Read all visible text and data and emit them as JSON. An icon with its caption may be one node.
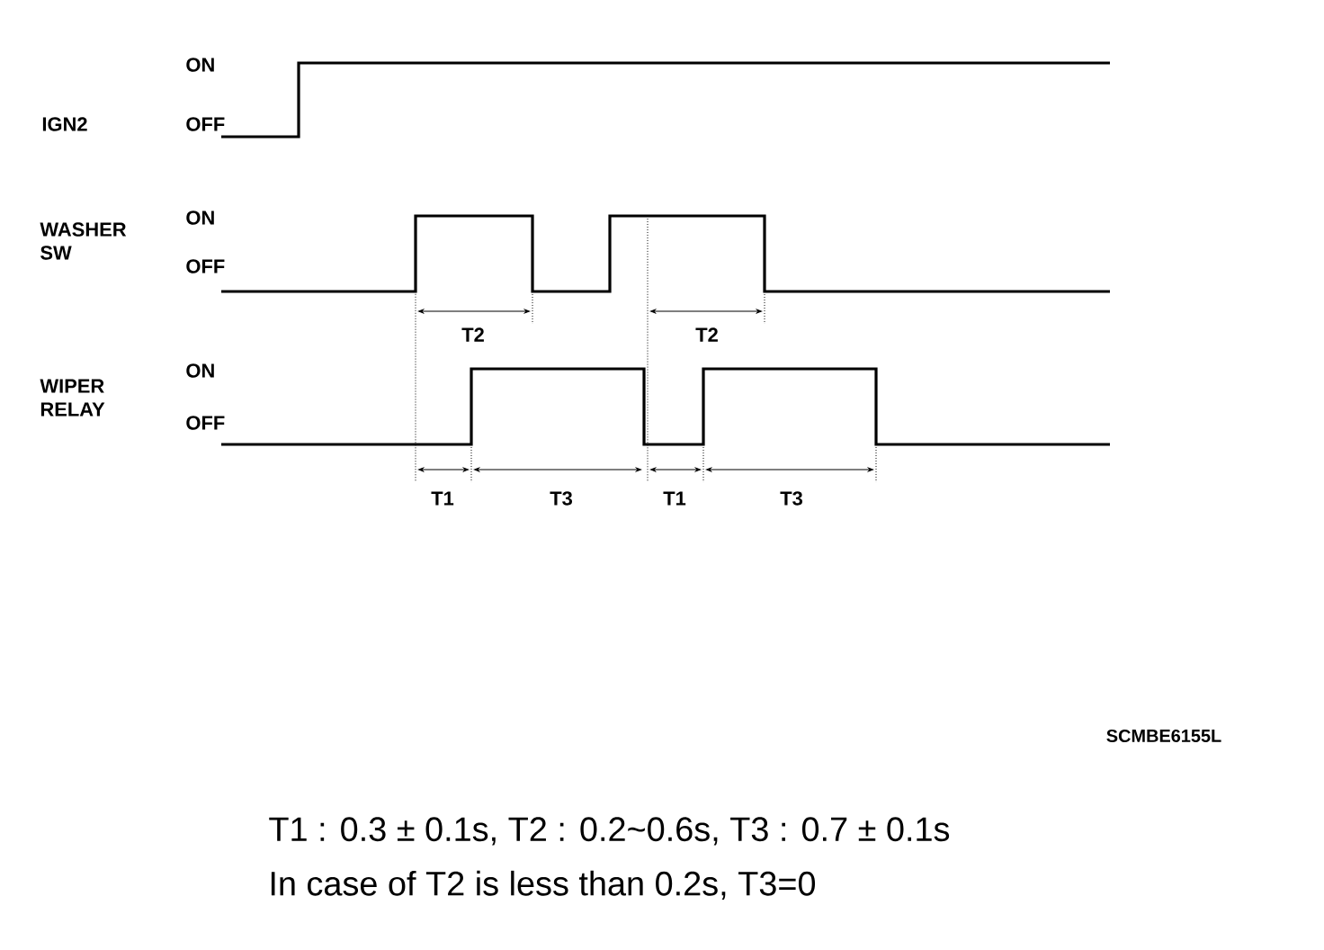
{
  "diagram": {
    "labels": [
      "ON",
      "IGN2",
      "OFF",
      "WASHER SW",
      "ON",
      "OFF",
      "T2",
      "T2",
      "WIPER RELAY",
      "ON",
      "OFF",
      "T1",
      "T3",
      "T1",
      "T3",
      "SCMBE6155L",
      "T1 : 0.3 ± 0.1s, T2 : 0.2~0.6s, T3 : 0.7 ± 0.1s",
      "In case of T2 is less than 0.2s, T3=0"
    ]
  }
}
